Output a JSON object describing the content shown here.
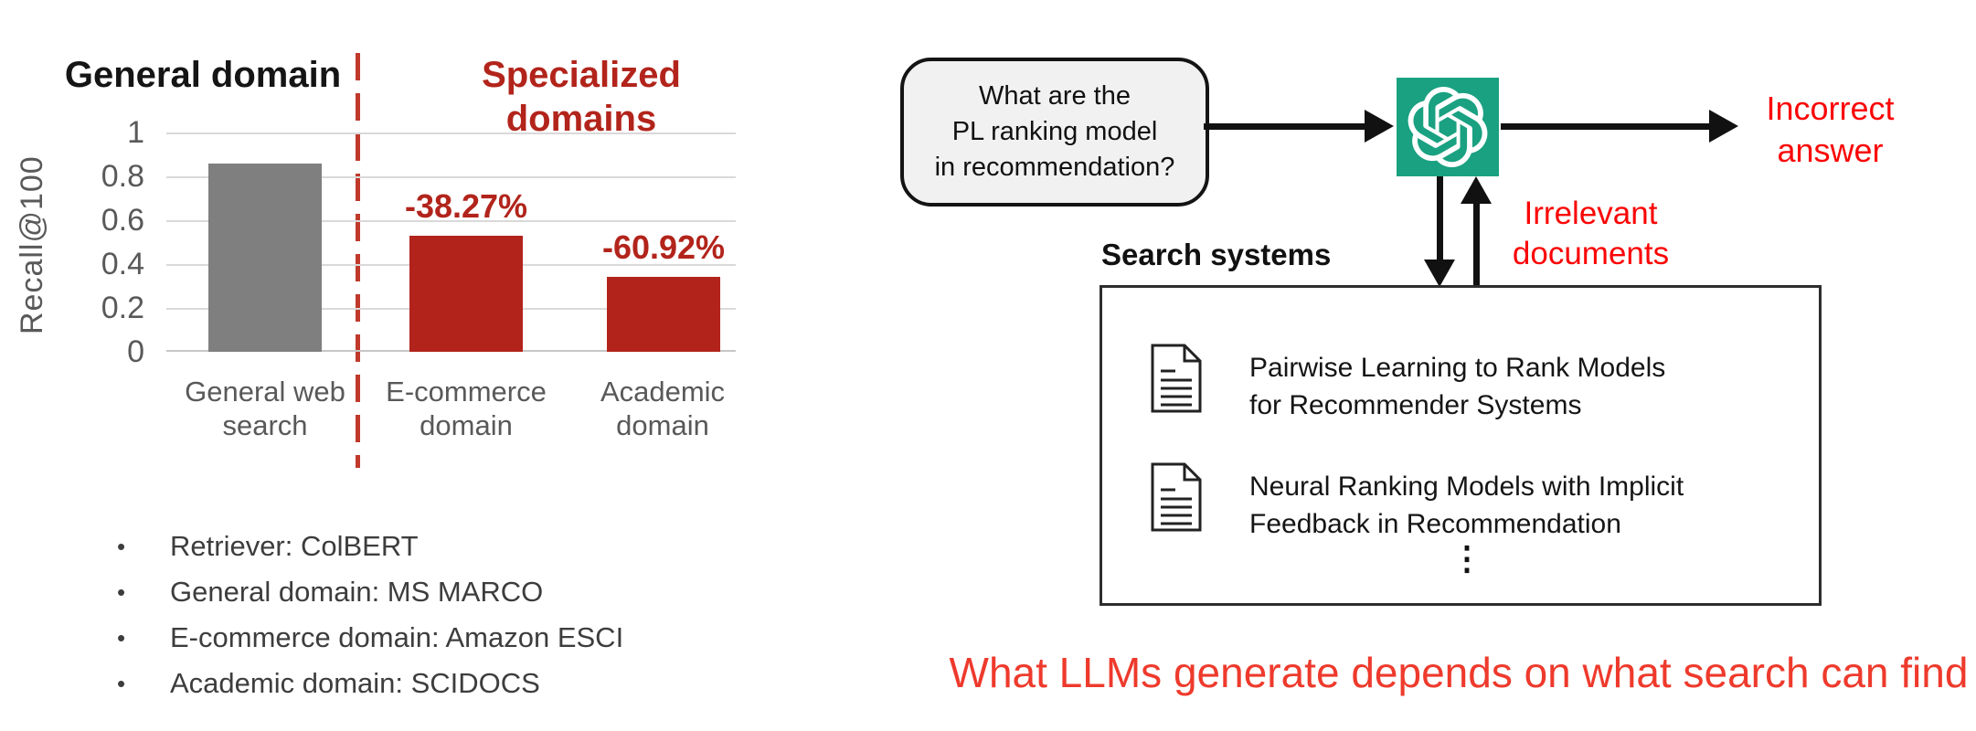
{
  "left_panel": {
    "header_general": "General domain",
    "header_specialized": "Specialized domains",
    "bullets": [
      "Retriever: ColBERT",
      "General domain: MS MARCO",
      "E-commerce domain: Amazon ESCI",
      "Academic domain: SCIDOCS"
    ],
    "bullet_glyph": "•"
  },
  "chart_data": {
    "type": "bar",
    "title": "",
    "xlabel": "",
    "ylabel": "Recall@100",
    "categories": [
      "General web\nsearch",
      "E-commerce\ndomain",
      "Academic\ndomain"
    ],
    "values": [
      0.86,
      0.53,
      0.34
    ],
    "bar_labels": [
      "",
      "-38.27%",
      "-60.92%"
    ],
    "bar_colors": [
      "#7f7f7f",
      "#b2241b",
      "#b2241b"
    ],
    "yticks": [
      1,
      0.8,
      0.6,
      0.4,
      0.2,
      0
    ],
    "ylim": [
      0,
      1
    ],
    "grid": true,
    "sections": [
      "General domain",
      "Specialized domains"
    ],
    "section_divider_color": "#c0392b",
    "gridline_color": "#d9d9d9"
  },
  "diagram": {
    "question_bubble": "What are the\nPL ranking model\nin recommendation?",
    "llm_icon": "openai-logo",
    "llm_icon_color": "#1aa181",
    "incorrect_answer": "Incorrect\nanswer",
    "irrelevant_documents": "Irrelevant\ndocuments",
    "search_systems_label": "Search systems",
    "documents": [
      "Pairwise Learning to Rank Models\nfor Recommender Systems",
      "Neural Ranking Models with Implicit\nFeedback in Recommendation"
    ],
    "ellipsis": "⋮",
    "alert_red": "#fa0505"
  },
  "caption": "What LLMs generate depends on what search can find",
  "caption_color": "#ee3a2c"
}
